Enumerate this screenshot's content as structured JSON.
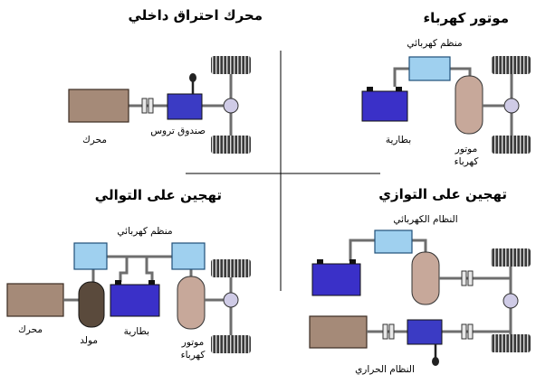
{
  "titles": {
    "ice": "محرك احتراق داخلي",
    "electric": "موتور كهرباء",
    "series": "تهجين على التوالي",
    "parallel": "تهجين على التوازي"
  },
  "labels": {
    "ice_engine": "محرك",
    "ice_gearbox": "صندوق تروس",
    "ev_controller": "منظم كهربائي",
    "ev_battery": "بطارية",
    "ev_motor_line1": "موتور",
    "ev_motor_line2": "كهرباء",
    "series_controller": "منظم كهربائي",
    "series_engine": "محرك",
    "series_generator": "مولد",
    "series_battery": "بطارية",
    "series_motor_line1": "موتور",
    "series_motor_line2": "كهرباء",
    "parallel_electric_system": "النظام الكهربائي",
    "parallel_thermal_system": "النظام الحراري"
  },
  "colors": {
    "engine": "#a58a78",
    "engine_stroke": "#3b2c22",
    "gearbox": "#3b3bc4",
    "battery": "#3a30c8",
    "controller": "#9fd0ef",
    "motor": "#c7a89a",
    "generator": "#5a4a3c",
    "wheel": "#3a3a3a",
    "hub": "#cfcbe6",
    "line": "#6e6e6e"
  }
}
